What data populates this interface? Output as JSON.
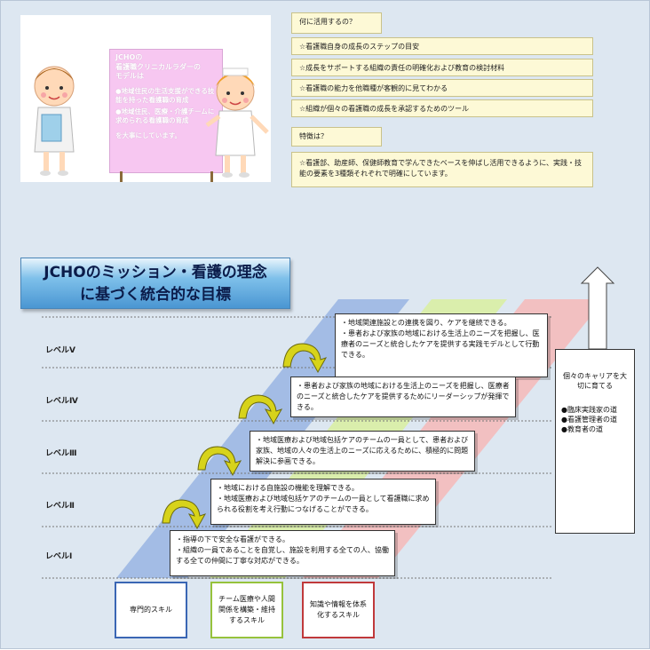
{
  "illustration": {
    "board_heading": "JCHOの\n看護職クリニカルラダーの\nモデルは",
    "board_items": [
      "●地域住民の生活支援ができる技能を持った看護職の育成",
      "●地域住民、医療・介護チームに求められる看護職の育成"
    ],
    "board_footer": "を大事にしています。"
  },
  "purpose": {
    "label": "何に活用するの？",
    "items": [
      "☆看護職自身の成長のステップの目安",
      "☆成長をサポートする組織の責任の明確化および教育の検討材料",
      "☆看護職の能力を他職種が客観的に見てわかる",
      "☆組織が個々の看護職の成長を承認するためのツール"
    ]
  },
  "features": {
    "label": "特徴は？",
    "text": "☆看護部、助産師、保健師教育で学んできたベースを伸ばし活用できるように、実践・技能の要素を3種類それぞれで明確にしています。"
  },
  "title": {
    "line1": "JCHOのミッション・看護の理念",
    "line2": "に基づく統合的な目標"
  },
  "levels": [
    "レベルⅤ",
    "レベルⅣ",
    "レベルⅢ",
    "レベルⅡ",
    "レベルⅠ"
  ],
  "level_descriptions": {
    "v": [
      "・地域関連施設との連携を図り、ケアを継続できる。",
      "・患者および家族の地域における生活上のニーズを把握し、医療者のニーズと統合したケアを提供する実践モデルとして行動できる。"
    ],
    "iv": [
      "・患者および家族の地域における生活上のニーズを把握し、医療者のニーズと統合したケアを提供するためにリーダーシップが発揮できる。"
    ],
    "iii": [
      "・地域医療および地域包括ケアのチームの一員として、患者および家族、地域の人々の生活上のニーズに応えるために、積極的に問題解決に参画できる。"
    ],
    "ii": [
      "・地域における自施設の機能を理解できる。",
      "・地域医療および地域包括ケアのチームの一員として看護職に求められる役割を考え行動につなげることができる。"
    ],
    "i": [
      "・指導の下で安全な看護ができる。",
      "・組織の一員であることを自覚し、施設を利用する全ての人、協働する全ての仲間に丁寧な対応ができる。"
    ]
  },
  "skills": [
    {
      "label": "専門的スキル",
      "color": "#3a66b4"
    },
    {
      "label": "チーム医療や人間関係を構築・維持するスキル",
      "color": "#96c23c"
    },
    {
      "label": "知識や情報を体系化するスキル",
      "color": "#c0393b"
    }
  ],
  "career": {
    "title": "個々のキャリアを大切に育てる",
    "items": [
      "●臨床実践家の道",
      "●看護管理者の道",
      "●教育者の道"
    ]
  }
}
